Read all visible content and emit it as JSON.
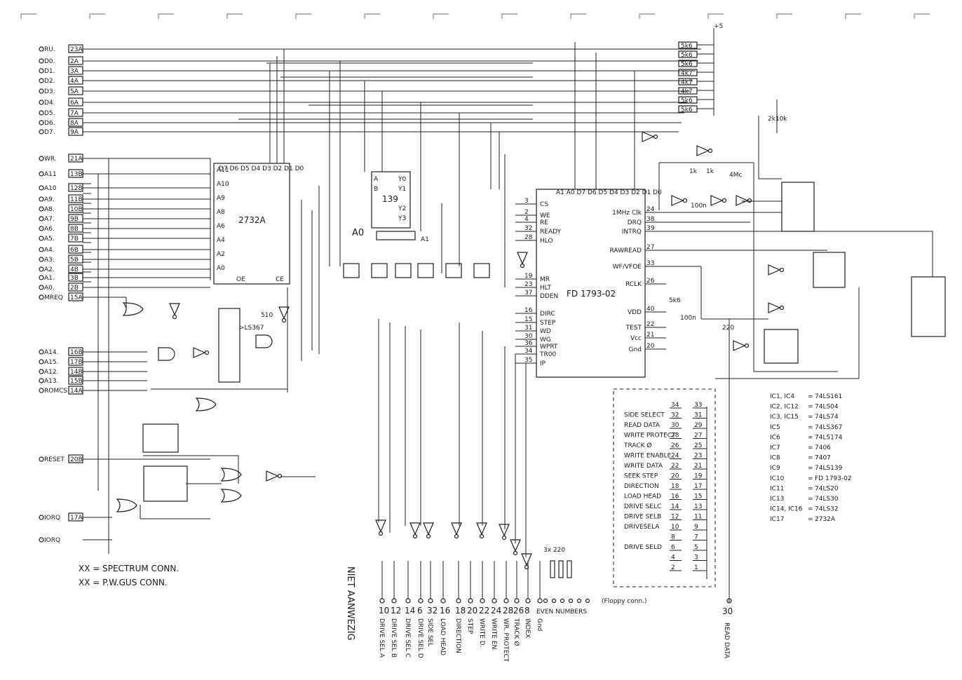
{
  "signal_labels": [
    {
      "id": "sig-ru",
      "text": "RU."
    },
    {
      "id": "sig-d0",
      "text": "D0."
    },
    {
      "id": "sig-d1",
      "text": "D1."
    },
    {
      "id": "sig-d2",
      "text": "D2."
    },
    {
      "id": "sig-d3",
      "text": "D3."
    },
    {
      "id": "sig-d4",
      "text": "D4."
    },
    {
      "id": "sig-d5",
      "text": "D5."
    },
    {
      "id": "sig-d6",
      "text": "D6."
    },
    {
      "id": "sig-d7",
      "text": "D7."
    },
    {
      "id": "sig-wr",
      "text": "WR."
    },
    {
      "id": "sig-a11",
      "text": "A11"
    },
    {
      "id": "sig-a10",
      "text": "A10"
    },
    {
      "id": "sig-a9",
      "text": "A9."
    },
    {
      "id": "sig-a8",
      "text": "A8."
    },
    {
      "id": "sig-a7",
      "text": "A7."
    },
    {
      "id": "sig-a6",
      "text": "A6."
    },
    {
      "id": "sig-a5",
      "text": "A5."
    },
    {
      "id": "sig-a4",
      "text": "A4."
    },
    {
      "id": "sig-a3",
      "text": "A3."
    },
    {
      "id": "sig-a2",
      "text": "A2."
    },
    {
      "id": "sig-a1",
      "text": "A1."
    },
    {
      "id": "sig-a0",
      "text": "A0."
    },
    {
      "id": "sig-mreq",
      "text": "MREQ"
    },
    {
      "id": "sig-a14",
      "text": "A14."
    },
    {
      "id": "sig-a15",
      "text": "A15."
    },
    {
      "id": "sig-a12",
      "text": "A12."
    },
    {
      "id": "sig-a13",
      "text": "A13."
    },
    {
      "id": "sig-romcs",
      "text": "ROMCS"
    },
    {
      "id": "sig-reset",
      "text": "RESET"
    },
    {
      "id": "sig-iorq",
      "text": "IORQ"
    },
    {
      "id": "sig-iorq2",
      "text": "IORQ"
    }
  ],
  "pin_codes": [
    {
      "id": "c-ru",
      "text": "23A"
    },
    {
      "id": "c-d0",
      "text": "2A"
    },
    {
      "id": "c-d1",
      "text": "3A"
    },
    {
      "id": "c-d2",
      "text": "4A"
    },
    {
      "id": "c-d3",
      "text": "5A"
    },
    {
      "id": "c-d4",
      "text": "6A"
    },
    {
      "id": "c-d5",
      "text": "7A"
    },
    {
      "id": "c-d6",
      "text": "8A"
    },
    {
      "id": "c-d7",
      "text": "9A"
    },
    {
      "id": "c-wr",
      "text": "21A"
    },
    {
      "id": "c-a11",
      "text": "13B"
    },
    {
      "id": "c-a10",
      "text": "12B"
    },
    {
      "id": "c-a9",
      "text": "11B"
    },
    {
      "id": "c-a8",
      "text": "10B"
    },
    {
      "id": "c-a7",
      "text": "9B"
    },
    {
      "id": "c-a6",
      "text": "8B"
    },
    {
      "id": "c-a5",
      "text": "7B"
    },
    {
      "id": "c-a4",
      "text": "6B"
    },
    {
      "id": "c-a3",
      "text": "5B"
    },
    {
      "id": "c-a2",
      "text": "4B"
    },
    {
      "id": "c-a1",
      "text": "3B"
    },
    {
      "id": "c-a0",
      "text": "2B"
    },
    {
      "id": "c-mreq",
      "text": "15A"
    },
    {
      "id": "c-a14",
      "text": "16B"
    },
    {
      "id": "c-a15",
      "text": "17B"
    },
    {
      "id": "c-a12",
      "text": "14B"
    },
    {
      "id": "c-a13",
      "text": "15B"
    },
    {
      "id": "c-romcs",
      "text": "14A"
    },
    {
      "id": "c-reset",
      "text": "20B"
    },
    {
      "id": "c-iorq",
      "text": "17A"
    }
  ],
  "resistors": [
    "5k6",
    "5k6",
    "5k6",
    "4k7",
    "4k7",
    "4k7",
    "5k6",
    "5k6"
  ],
  "chips": {
    "eprom": {
      "name": "2732A",
      "oe": "OE",
      "ce": "CE"
    },
    "decoder": {
      "name": "139"
    },
    "fdc": {
      "name": "FD 1793-02"
    },
    "ls367": {
      "name": ">LS367"
    }
  },
  "fdc_pins_left": [
    {
      "num": "3",
      "name": "CS"
    },
    {
      "num": "2",
      "name": "WE"
    },
    {
      "num": "4",
      "name": "RE"
    },
    {
      "num": "32",
      "name": "READY"
    },
    {
      "num": "28",
      "name": "HLO"
    },
    {
      "num": "19",
      "name": "MR"
    },
    {
      "num": "23",
      "name": "HLT"
    },
    {
      "num": "37",
      "name": "DDEN"
    },
    {
      "num": "16",
      "name": "DIRC"
    },
    {
      "num": "15",
      "name": "STEP"
    },
    {
      "num": "31",
      "name": "WD"
    },
    {
      "num": "30",
      "name": "WG"
    },
    {
      "num": "36",
      "name": "WPRT"
    },
    {
      "num": "34",
      "name": "TR00"
    },
    {
      "num": "35",
      "name": "IP"
    }
  ],
  "fdc_pins_right": [
    {
      "num": "24",
      "name": "1MHz Clk"
    },
    {
      "num": "38",
      "name": "DRQ"
    },
    {
      "num": "39",
      "name": "INTRQ"
    },
    {
      "num": "27",
      "name": "RAWREAD"
    },
    {
      "num": "33",
      "name": "WF/VFOE"
    },
    {
      "num": "26",
      "name": "RCLK"
    },
    {
      "num": "40",
      "name": "VDD"
    },
    {
      "num": "22",
      "name": "TEST"
    },
    {
      "num": "21",
      "name": "Vcc"
    },
    {
      "num": "20",
      "name": "Gnd"
    }
  ],
  "floppy_table": [
    {
      "label": "",
      "left": "34",
      "right": "33"
    },
    {
      "label": "SIDE SELECT",
      "left": "32",
      "right": "31"
    },
    {
      "label": "READ DATA",
      "left": "30",
      "right": "29"
    },
    {
      "label": "WRITE PROTECT",
      "left": "28",
      "right": "27"
    },
    {
      "label": "TRACK Ø",
      "left": "26",
      "right": "25"
    },
    {
      "label": "WRITE ENABLE",
      "left": "24",
      "right": "23"
    },
    {
      "label": "WRITE DATA",
      "left": "22",
      "right": "21"
    },
    {
      "label": "SEEK STEP",
      "left": "20",
      "right": "19"
    },
    {
      "label": "DIRECTION",
      "left": "18",
      "right": "17"
    },
    {
      "label": "LOAD HEAD",
      "left": "16",
      "right": "15"
    },
    {
      "label": "DRIVE SELC",
      "left": "14",
      "right": "13"
    },
    {
      "label": "DRIVE SELB",
      "left": "12",
      "right": "11"
    },
    {
      "label": "DRIVESELA",
      "left": "10",
      "right": "9"
    },
    {
      "label": "",
      "left": "8",
      "right": "7"
    },
    {
      "label": "DRIVE SELD",
      "left": "6",
      "right": "5"
    },
    {
      "label": "",
      "left": "4",
      "right": "3"
    },
    {
      "label": "",
      "left": "2",
      "right": "1"
    }
  ],
  "ic_legend": [
    {
      "ic": "IC1, IC4",
      "part": "74LS161"
    },
    {
      "ic": "IC2, IC12",
      "part": "74LS04"
    },
    {
      "ic": "IC3, IC15",
      "part": "74LS74"
    },
    {
      "ic": "IC5",
      "part": "74LS367"
    },
    {
      "ic": "IC6",
      "part": "74LS174"
    },
    {
      "ic": "IC7",
      "part": "7406"
    },
    {
      "ic": "IC8",
      "part": "7407"
    },
    {
      "ic": "IC9",
      "part": "74LS139"
    },
    {
      "ic": "IC10",
      "part": "FD 1793-02"
    },
    {
      "ic": "IC11",
      "part": "74LS20"
    },
    {
      "ic": "IC13",
      "part": "74LS30"
    },
    {
      "ic": "IC14, IC16",
      "part": "74LS32"
    },
    {
      "ic": "IC17",
      "part": "2732A"
    }
  ],
  "bottom_pins": [
    {
      "num": "10",
      "label": "DRIVE SEL A"
    },
    {
      "num": "12",
      "label": "DRIVE SEL B"
    },
    {
      "num": "14",
      "label": "DRIVE SEL C"
    },
    {
      "num": "6",
      "label": "DRIVE SEL D"
    },
    {
      "num": "32",
      "label": "SIDE SEL"
    },
    {
      "num": "16",
      "label": "LOAD HEAD"
    },
    {
      "num": "18",
      "label": "DIRECTION"
    },
    {
      "num": "20",
      "label": "STEP"
    },
    {
      "num": "22",
      "label": "WRITE D."
    },
    {
      "num": "24",
      "label": "WRITE EN."
    },
    {
      "num": "28",
      "label": "WR. PROTECT"
    },
    {
      "num": "26",
      "label": "TRACK Ø"
    },
    {
      "num": "8",
      "label": "INDEX"
    },
    {
      "num": "",
      "label": "Gnd"
    }
  ],
  "read_data_pin": {
    "num": "30",
    "label": "READ DATA"
  },
  "annotations": {
    "even_numbers": "EVEN NUMBERS",
    "floppy_conn": "(Floppy conn.)",
    "clock": "4Mc",
    "crystal_res1": "1k",
    "crystal_res2": "1k",
    "cap": "100n",
    "res_top": "2k10k",
    "res_vdd": "5k6",
    "res_510": "510",
    "res_220": "220",
    "cap_vdd": "100n",
    "a0_arrow": "A0",
    "a1_arrow": "A1",
    "plus5": "+5",
    "handwritten": "NIET AANWEZIG",
    "spectrum_legend": "XX = SPECTRUM CONN.",
    "pwgus_legend": "XX = P.W.GUS CONN.",
    "res_bank": "3x 220"
  }
}
